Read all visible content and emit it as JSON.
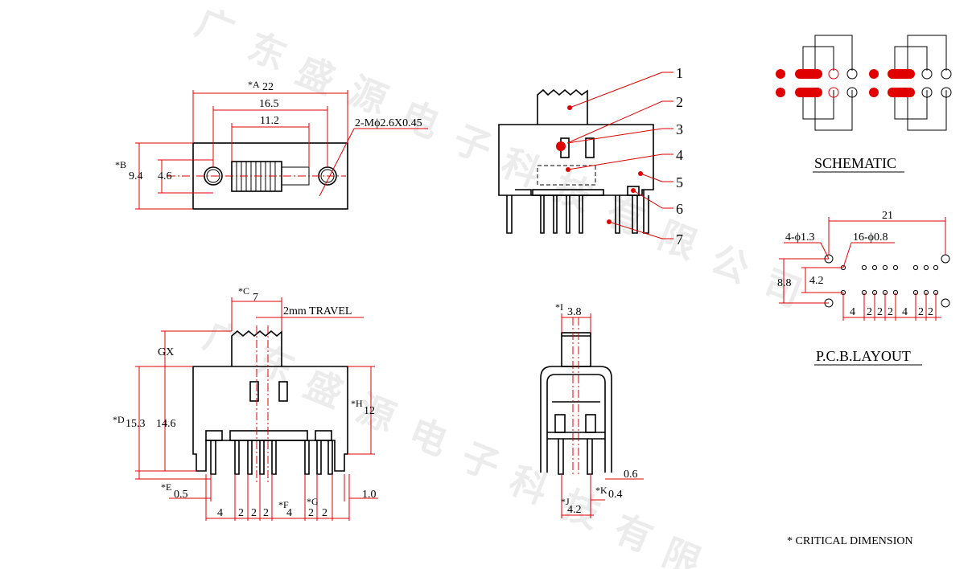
{
  "watermark": {
    "chars": [
      "广",
      "东",
      "盛",
      "源",
      "电",
      "子",
      "科",
      "技",
      "有",
      "限",
      "公",
      "司"
    ],
    "lower_chars": [
      "广",
      "东",
      "盛",
      "源",
      "电",
      "子",
      "科",
      "技",
      "有",
      "限"
    ]
  },
  "top_view": {
    "dim_a": "*A",
    "dim_a_val": "22",
    "dim_165": "16.5",
    "dim_112": "11.2",
    "thread": "2-Mϕ2.6X0.45",
    "dim_b": "*B",
    "dim_b_val": "9.4",
    "dim_46": "4.6"
  },
  "side_view": {
    "callouts": [
      "1",
      "2",
      "3",
      "4",
      "5",
      "6",
      "7"
    ]
  },
  "front_view": {
    "dim_c": "*C",
    "dim_c_val": "7",
    "travel": "2mm TRAVEL",
    "gx": "GX",
    "dim_d": "*D",
    "dim_d_val": "15.3",
    "dim_146": "14.6",
    "dim_h": "*H",
    "dim_h_val": "12",
    "dim_e": "*E",
    "dim_e_val": "0.5",
    "dim_10": "1.0",
    "dim_f": "*F",
    "dim_g": "*G",
    "pitch": [
      "4",
      "2",
      "2",
      "2",
      "4",
      "2",
      "2"
    ]
  },
  "end_view": {
    "dim_i": "*I",
    "dim_i_val": "3.8",
    "dim_06": "0.6",
    "dim_j": "*J",
    "dim_j_val": "4.2",
    "dim_k": "*K",
    "dim_k_val": "0.4"
  },
  "schematic": {
    "title": "SCHEMATIC"
  },
  "pcb": {
    "dim_21": "21",
    "holes_big": "4-ϕ1.3",
    "holes_small": "16-ϕ0.8",
    "dim_88": "8.8",
    "dim_42": "4.2",
    "pitch": [
      "4",
      "2",
      "2",
      "2",
      "4",
      "2",
      "2"
    ],
    "title": "P.C.B.LAYOUT"
  },
  "footer": {
    "critical": "* CRITICAL  DIMENSION"
  },
  "colors": {
    "dimension": "#e00000",
    "outline": "#000000",
    "watermark": "#ececec"
  }
}
